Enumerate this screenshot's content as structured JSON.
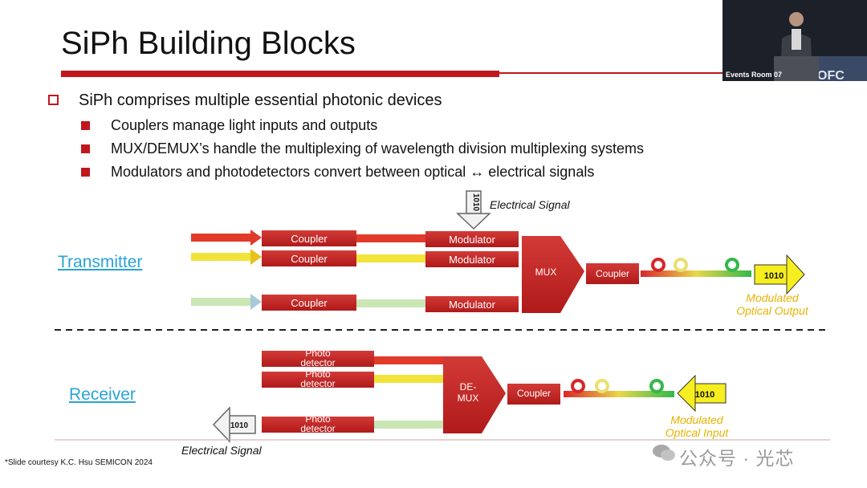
{
  "slide": {
    "title": "SiPh Building Blocks",
    "bullet_main": "SiPh comprises multiple essential photonic devices",
    "sub_bullets": [
      "Couplers manage light inputs and outputs",
      "MUX/DEMUX’s handle the multiplexing of wavelength division multiplexing systems",
      "Modulators and photodetectors convert between optical ↔ electrical signals"
    ],
    "courtesy": "*Slide courtesy K.C. Hsu SEMICON 2024"
  },
  "video": {
    "label": "Events Room 07",
    "screen_text": "OFC"
  },
  "diagram": {
    "transmitter_label": "Transmitter",
    "receiver_label": "Receiver",
    "tx_signal_label": "Electrical Signal",
    "rx_signal_label": "Electrical Signal",
    "tx_signal_bits": "1010",
    "coupler": "Coupler",
    "modulator": "Modulator",
    "mux": "MUX",
    "demux_line1": "DE-",
    "demux_line2": "MUX",
    "photodetector_line1": "Photo",
    "photodetector_line2": "detector",
    "bits": "1010",
    "tx_output_line1": "Modulated",
    "tx_output_line2": "Optical Output",
    "rx_input_line1": "Modulated",
    "rx_input_line2": "Optical Input"
  },
  "watermark": {
    "text": "公众号 · 光芯",
    "icon": "wechat-icon"
  },
  "colors": {
    "accent_red": "#c0171c",
    "link_blue": "#2aa3d6",
    "gold": "#e6b300"
  }
}
